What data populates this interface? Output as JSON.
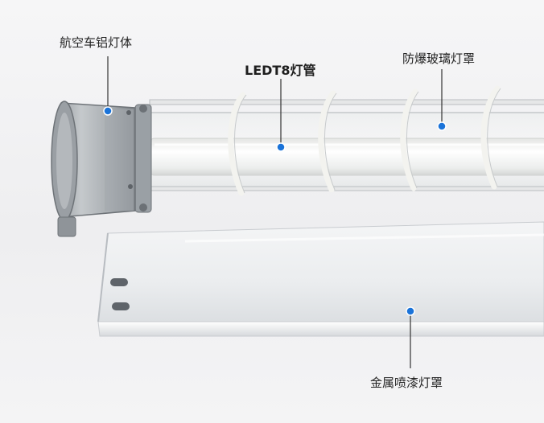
{
  "annotations": {
    "housing": "航空车铝灯体",
    "led_tube": "LEDT8灯管",
    "glass_cover": "防爆玻璃灯罩",
    "metal_cover": "金属喷漆灯罩"
  },
  "colors": {
    "marker": "#1a73d9",
    "leader_line": "#333333",
    "housing_gray": "#a9aeb3",
    "tube_white": "#f7f7f5",
    "cage_white": "#f2f2ee"
  }
}
